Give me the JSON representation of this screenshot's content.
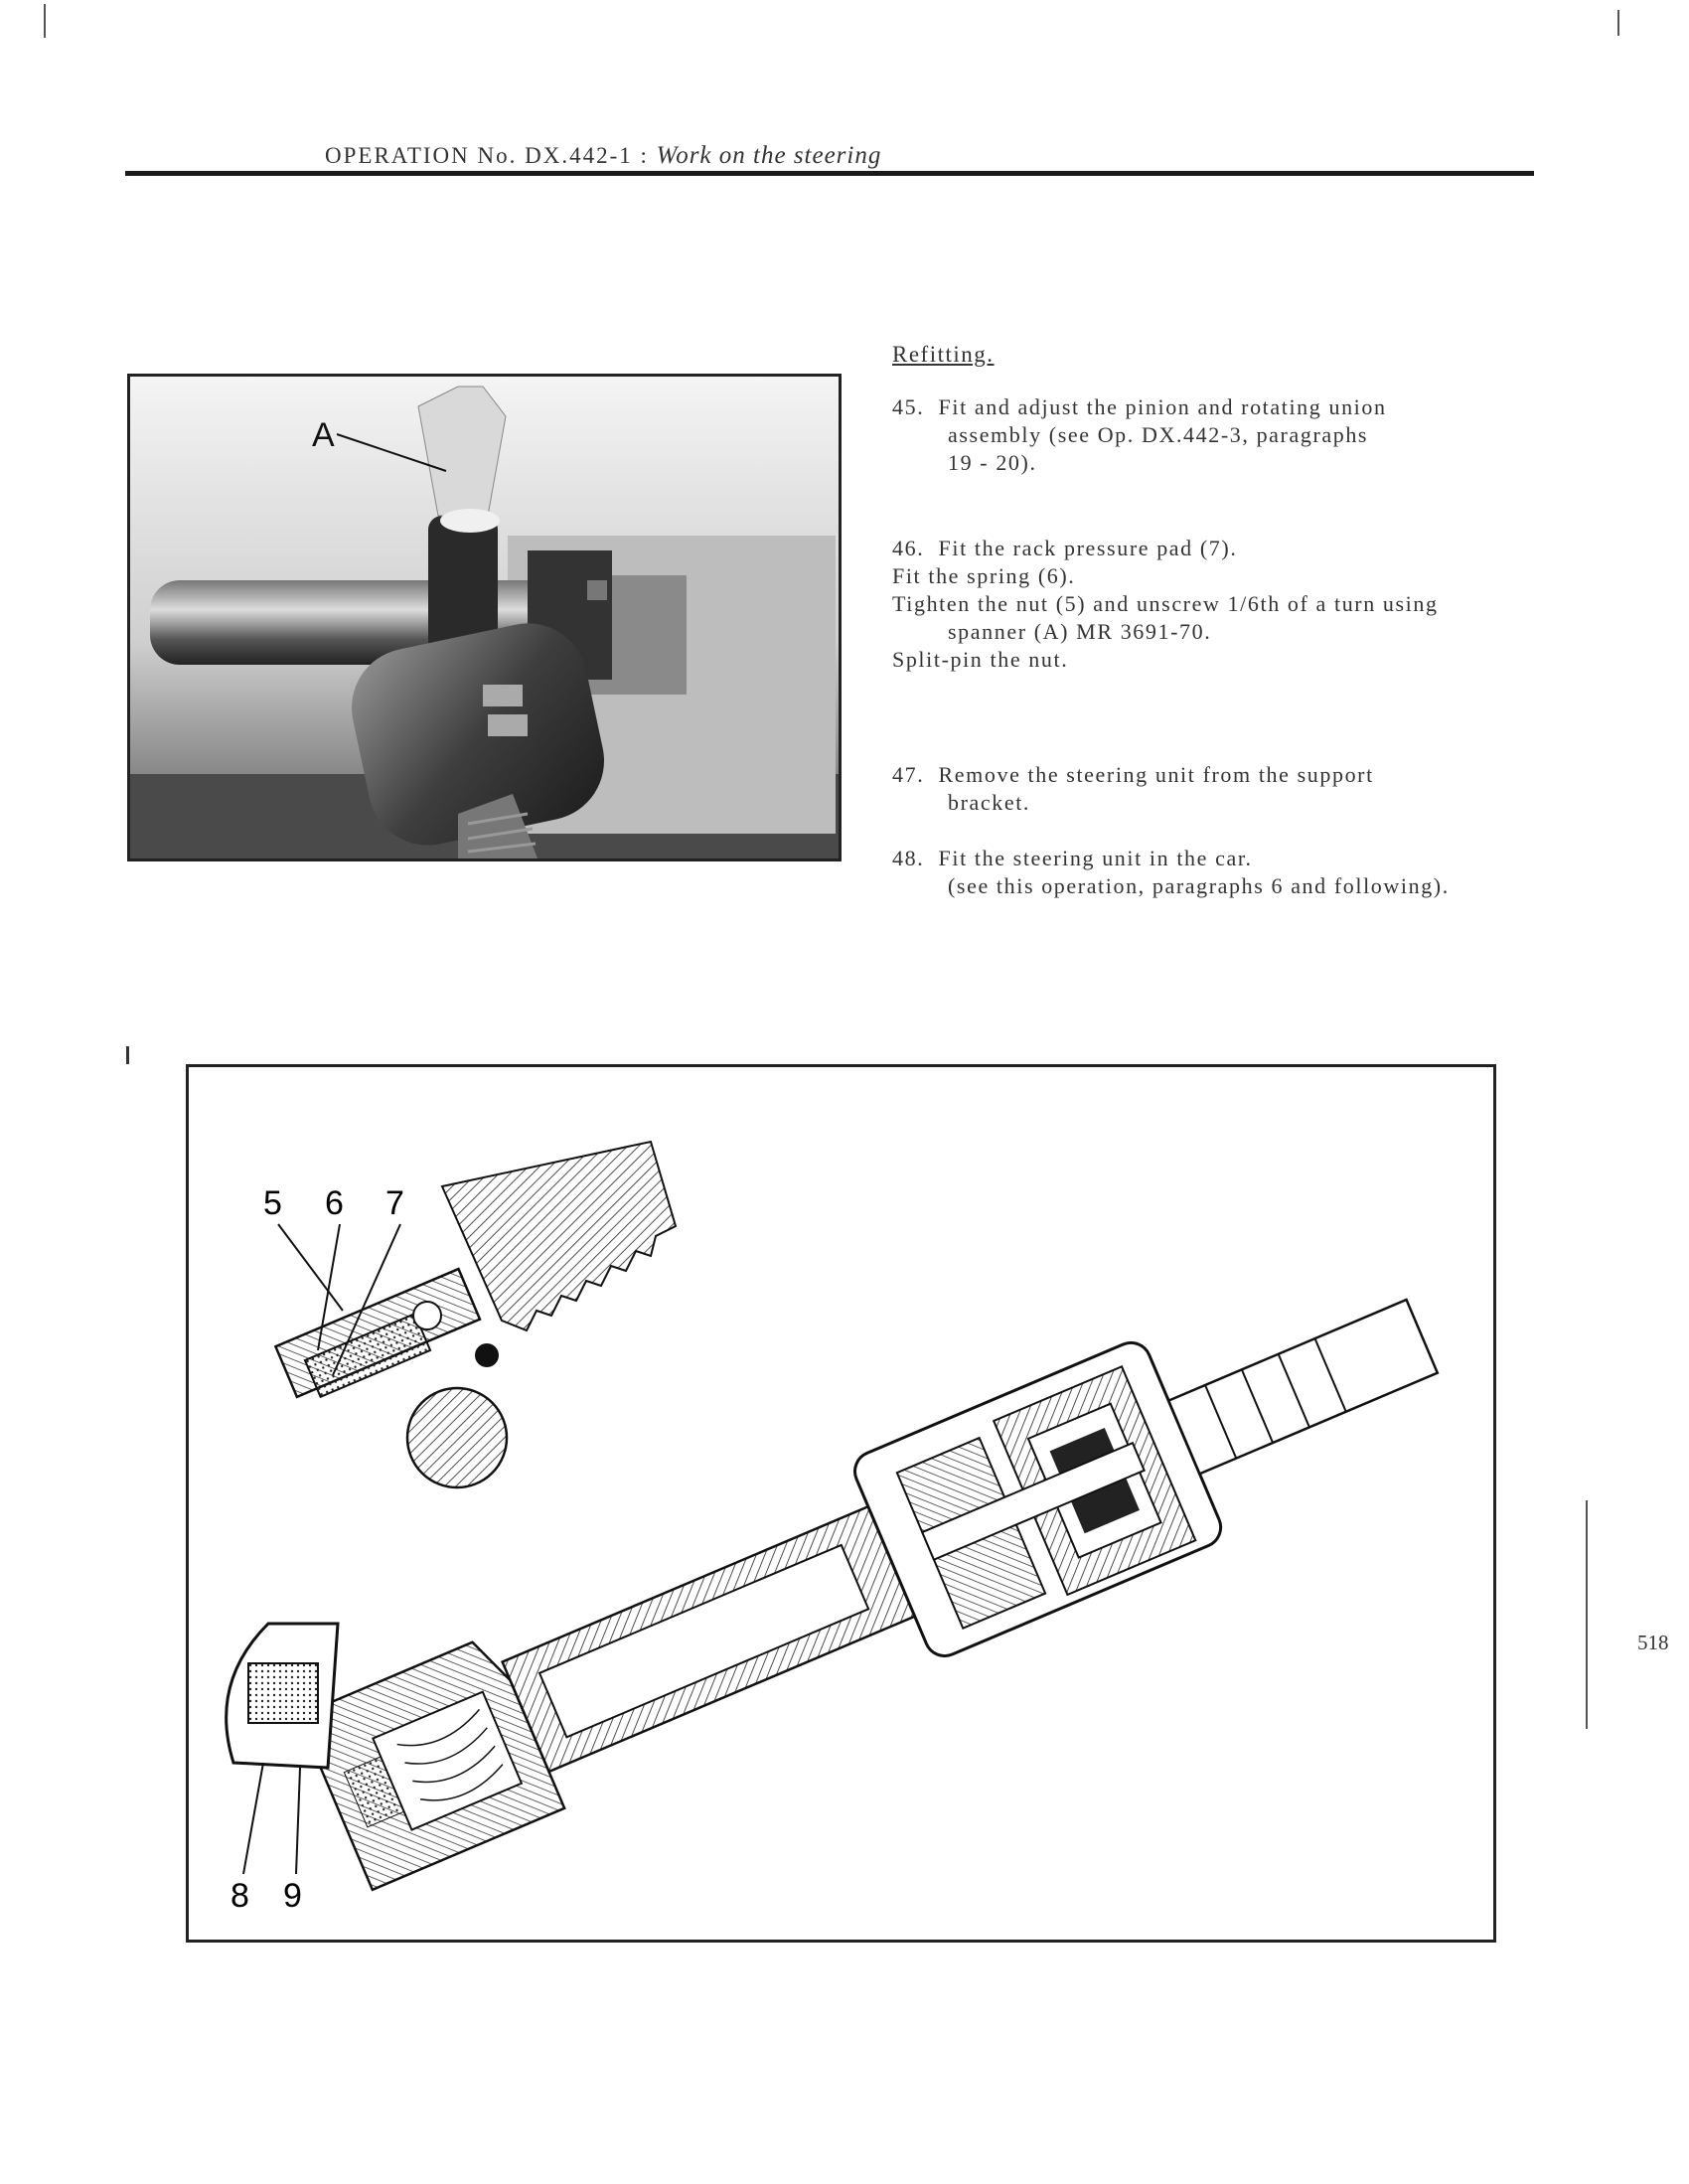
{
  "header": {
    "operation_label": "OPERATION No. DX.442-1 :",
    "operation_title": "Work on the steering"
  },
  "page_number": "518",
  "section_title": "Refitting.",
  "steps": [
    {
      "num": "45.",
      "lines": [
        "Fit and adjust the pinion and rotating union",
        "assembly (see Op. DX.442-3, paragraphs",
        "19 - 20)."
      ]
    },
    {
      "num": "46.",
      "lines": [
        "Fit the rack pressure pad (7).",
        "Fit the spring (6).",
        "Tighten the nut (5) and unscrew 1/6th of a turn using",
        "spanner (A) MR 3691-70.",
        "Split-pin the nut."
      ]
    },
    {
      "num": "47.",
      "lines": [
        "Remove the steering unit from the support",
        "bracket."
      ]
    },
    {
      "num": "48.",
      "lines": [
        "Fit the steering unit in the car.",
        "(see this operation, paragraphs 6 and following)."
      ]
    }
  ],
  "photo_label": "A",
  "diagram_labels": [
    "5",
    "6",
    "7",
    "8",
    "9"
  ]
}
